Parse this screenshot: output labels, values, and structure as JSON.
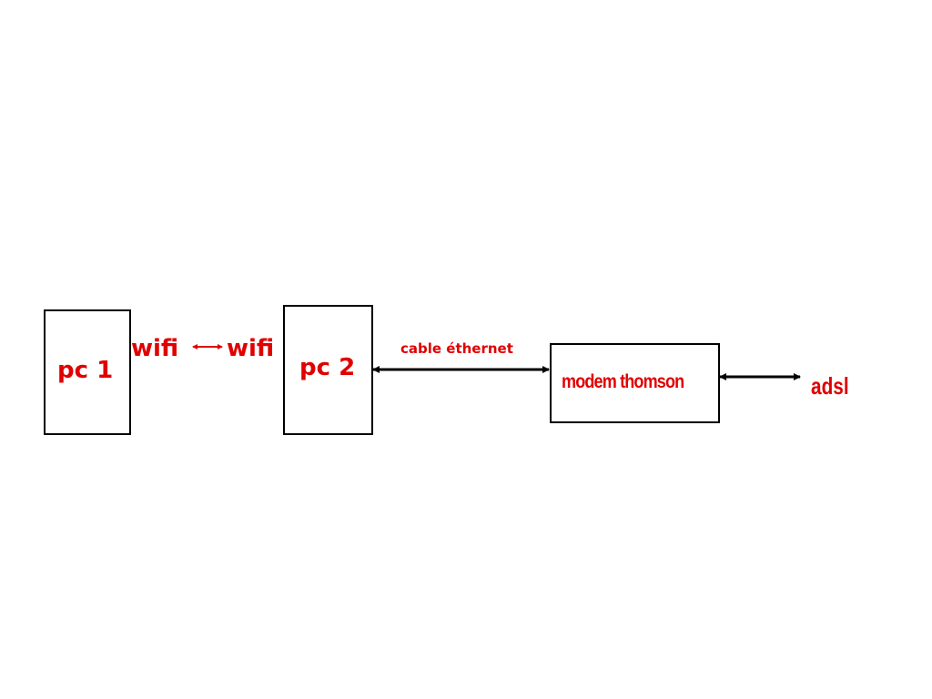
{
  "diagram": {
    "nodes": {
      "pc1": {
        "label": "pc 1"
      },
      "pc2": {
        "label": "pc 2"
      },
      "modem": {
        "label": "modem thomson"
      }
    },
    "labels": {
      "wifi_left": "wifi",
      "wifi_right": "wifi",
      "cable": "cable éthernet",
      "adsl": "adsl"
    },
    "links": [
      {
        "from": "pc1",
        "to": "pc2",
        "label": "wifi ↔ wifi",
        "style": "red-double-arrow"
      },
      {
        "from": "pc2",
        "to": "modem",
        "label": "cable éthernet",
        "style": "black-double-arrow"
      },
      {
        "from": "modem",
        "to": "adsl",
        "label": "adsl",
        "style": "black-double-arrow"
      }
    ],
    "colors": {
      "text": "#e00000",
      "border": "#000000",
      "arrow_black": "#000000",
      "arrow_red": "#e00000",
      "background": "#ffffff"
    }
  }
}
